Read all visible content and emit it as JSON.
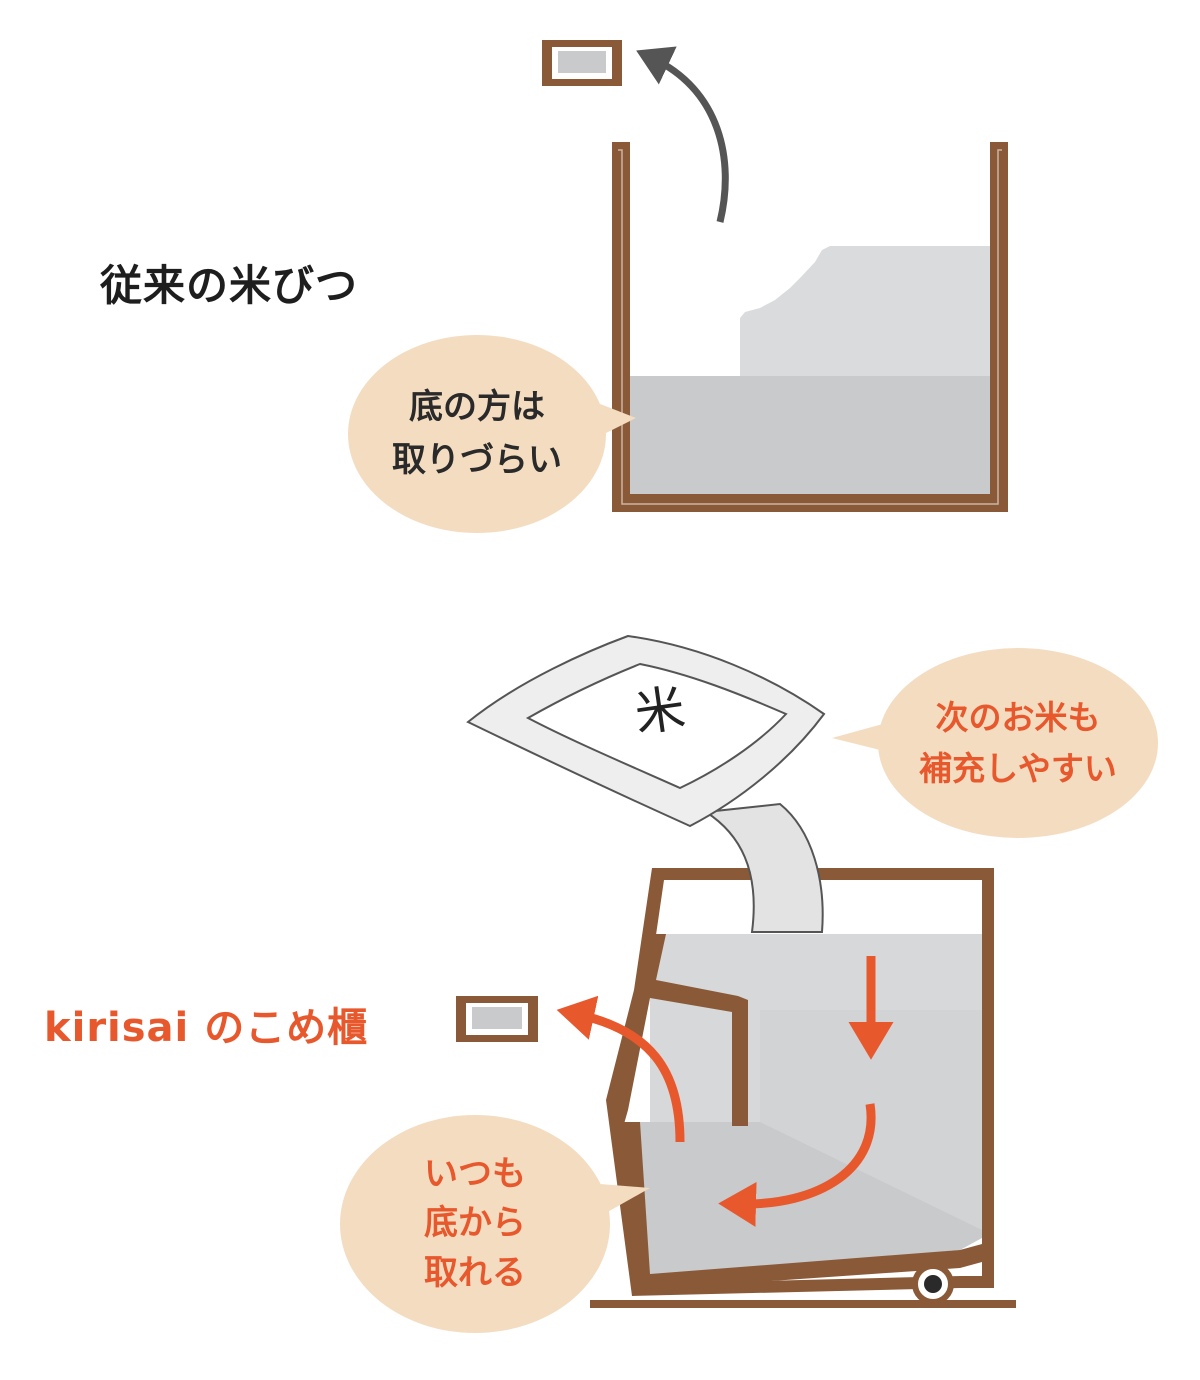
{
  "diagram": {
    "traditional": {
      "title": "従来の米びつ",
      "bubble": {
        "line1": "底の方は",
        "line2": "取りづらい"
      }
    },
    "kirisai": {
      "title": "kirisai のこめ櫃",
      "bubble_refill": {
        "line1": "次のお米も",
        "line2": "補充しやすい"
      },
      "bubble_bottom": {
        "line1": "いつも",
        "line2": "底から",
        "line3": "取れる"
      },
      "bag_symbol": "米"
    },
    "colors": {
      "wood": "#8a5a38",
      "rice": "#c9cacc",
      "rice_light": "#dadbdc",
      "bubble": "#f4dcc1",
      "accent": "#e8582d",
      "arrow_gray": "#555555"
    },
    "icons": [
      "scoop-icon",
      "curved-arrow-icon",
      "down-arrow-icon",
      "caster-wheel-icon",
      "rice-bag-icon"
    ]
  }
}
